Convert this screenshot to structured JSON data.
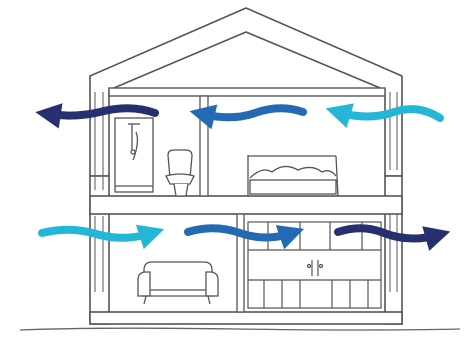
{
  "diagram": {
    "subject": "house-cross-section-ventilation",
    "colors": {
      "outline": "#555555",
      "wall_fill": "#ffffff",
      "arrow_dark_navy": "#27306f",
      "arrow_medium_blue": "#2469b3",
      "arrow_light_cyan": "#23b6d6",
      "arrow_sky_blue": "#2aa8d6"
    },
    "airflow_arrows": [
      {
        "id": "upper-left",
        "direction": "left",
        "color": "arrow_dark_navy"
      },
      {
        "id": "upper-middle",
        "direction": "left",
        "color": "arrow_medium_blue"
      },
      {
        "id": "upper-right-incoming",
        "direction": "left",
        "color": "arrow_light_cyan"
      },
      {
        "id": "lower-left-incoming",
        "direction": "right",
        "color": "arrow_light_cyan"
      },
      {
        "id": "lower-middle",
        "direction": "right",
        "color": "arrow_medium_blue"
      },
      {
        "id": "lower-right-outgoing",
        "direction": "right",
        "color": "arrow_dark_navy"
      }
    ]
  }
}
